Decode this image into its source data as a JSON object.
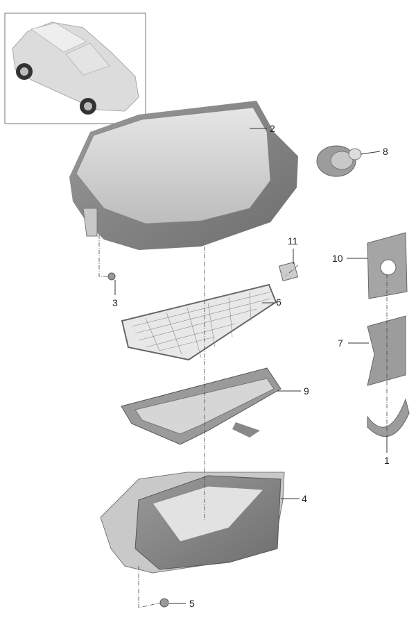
{
  "diagram": {
    "title_image": "vehicle-overview",
    "callouts": [
      {
        "id": "2",
        "part": "cover"
      },
      {
        "id": "8",
        "part": "grommet"
      },
      {
        "id": "11",
        "part": "connector"
      },
      {
        "id": "10",
        "part": "plate"
      },
      {
        "id": "3",
        "part": "nut"
      },
      {
        "id": "6",
        "part": "grille"
      },
      {
        "id": "7",
        "part": "seal"
      },
      {
        "id": "9",
        "part": "filter-tray"
      },
      {
        "id": "1",
        "part": "bracket"
      },
      {
        "id": "4",
        "part": "housing"
      },
      {
        "id": "5",
        "part": "nut"
      }
    ]
  }
}
